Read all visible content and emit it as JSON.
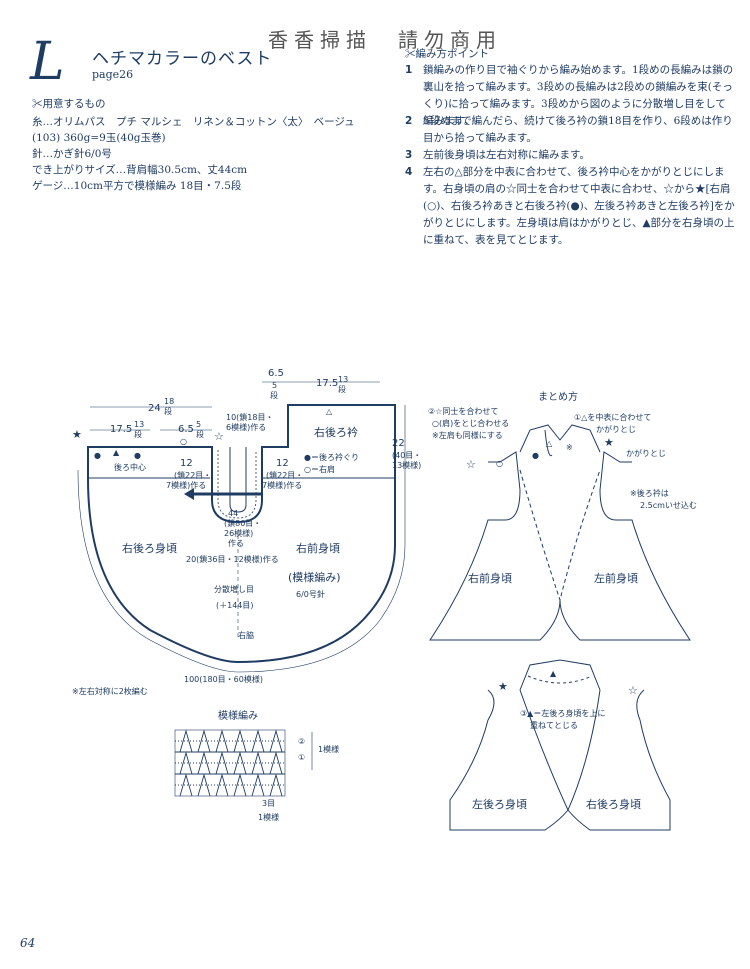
{
  "header": {
    "letter": "L",
    "title": "ヘチマカラーのベスト",
    "page_ref": "page26",
    "watermark": "香香掃描　請勿商用"
  },
  "materials": {
    "heading": "✂用意するもの",
    "lines": [
      "糸…オリムパス　プチ マルシェ　リネン＆コットン〈太〉　ベージュ",
      "(103) 360g=9玉(40g玉巻)",
      "針…かぎ針6/0号",
      "でき上がりサイズ…背肩幅30.5cm、丈44cm",
      "ゲージ…10cm平方で模様編み 18目・7.5段"
    ]
  },
  "points": {
    "heading": "✂編み方ポイント",
    "steps": [
      {
        "num": "1",
        "text": "鎖編みの作り目で袖ぐりから編み始めます。1段めの長編みは鎖の裏山を拾って編みます。3段めの長編みは2段めの鎖編みを束(そっくり)に拾って編みます。3段めから図のように分散増し目をして編みます。"
      },
      {
        "num": "2",
        "text": "5段めまで編んだら、続けて後ろ衿の鎖18目を作り、6段めは作り目から拾って編みます。"
      },
      {
        "num": "3",
        "text": "左前後身頃は左右対称に編みます。"
      },
      {
        "num": "4",
        "text": "左右の△部分を中表に合わせて、後ろ衿中心をかがりとじにします。右身頃の肩の☆同士を合わせて中表に合わせ、☆から★[右肩(○)、右後ろ衿あきと右後ろ衿(●)、左後ろ衿あきと左後ろ衿]をかがりとじにします。左身頃は肩はかがりとじ、▲部分を右身頃の上に重ねて、表を見てとじます。"
      }
    ]
  },
  "diagram": {
    "dim_6_5": "6.5",
    "dim_5dan": "5",
    "dim_5dan_unit": "段",
    "dim_17_5_right": "17.5",
    "dim_13dan_right": "13",
    "dim_24": "24",
    "dim_18dan": "18",
    "dim_17_5_left": "17.5",
    "dim_13dan_left": "13",
    "dim_6_5_left": "6.5",
    "dim_5dan_left": "5",
    "dan": "段",
    "collar_start": "10(鎖18目・",
    "collar_start2": "6模様)作る",
    "back_collar": "右後ろ衿",
    "dim_22": "22",
    "dim_22_detail": "(40目・",
    "dim_22_detail2": "13模様)",
    "legend_filled": "●＝後ろ衿ぐり",
    "legend_open": "○＝右肩",
    "back_center": "後ろ中心",
    "arm_left_12": "12",
    "arm_left_detail1": "(鎖22目・",
    "arm_left_detail2": "7模様)作る",
    "arm_right_12": "12",
    "arm_right_detail1": "(鎖22目・",
    "arm_right_detail2": "7模様)作る",
    "arm_44": "44",
    "arm_44_detail1": "(鎖80目・",
    "arm_44_detail2": "26模様)",
    "arm_44_detail3": "作る",
    "right_back": "右後ろ身頃",
    "right_front": "右前身頃",
    "chain_36": "20(鎖36目・12模様)作る",
    "pattern_st": "(模様編み)",
    "hook": "6/0号針",
    "increase": "分散増し目",
    "increase_count": "(＋144目)",
    "side": "右脇",
    "bottom_100": "100(180目・60模様)",
    "symmetric_note": "※左右対称に2枚編む"
  },
  "pattern_chart": {
    "title": "模様編み",
    "row2": "②",
    "row1": "①",
    "one_repeat": "1模様",
    "bottom_3": "3目",
    "bottom_1": "1模様"
  },
  "assembly": {
    "title": "まとめ方",
    "note2a": "②☆同士を合わせて",
    "note2b": "○(肩)をとじ合わせる",
    "note2c": "※左肩も同様にする",
    "note1a": "①△を中表に合わせて",
    "note1b": "かがりとじ",
    "kagari": "かがりとじ",
    "fold_note1": "※後ろ衿は",
    "fold_note2": "2.5cmいせ込む",
    "right_front": "右前身頃",
    "left_front": "左前身頃",
    "note3a": "③▲＝左後ろ身頃を上に",
    "note3b": "重ねてとじる",
    "left_back": "左後ろ身頃",
    "right_back": "右後ろ身頃",
    "asterisk": "※"
  },
  "footer": {
    "page_number": "64"
  }
}
